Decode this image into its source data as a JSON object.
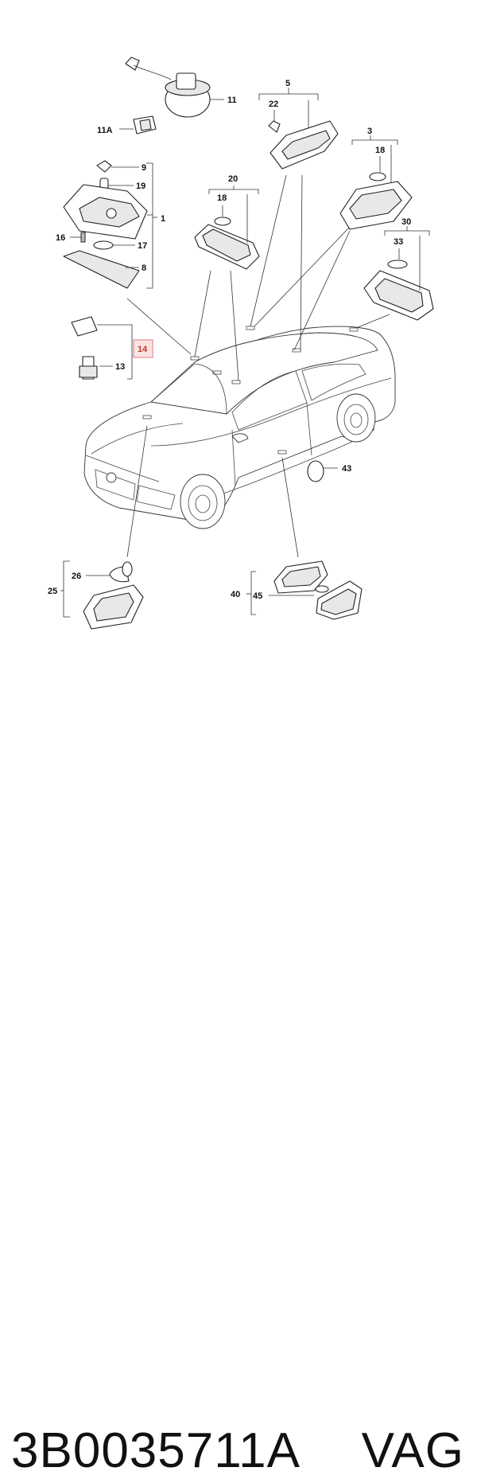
{
  "diagram": {
    "callouts": {
      "c1": "1",
      "c3": "3",
      "c5": "5",
      "c8": "8",
      "c9": "9",
      "c11": "11",
      "c11a": "11A",
      "c13": "13",
      "c14": "14",
      "c16": "16",
      "c17": "17",
      "c18a": "18",
      "c18b": "18",
      "c19": "19",
      "c20": "20",
      "c22": "22",
      "c25": "25",
      "c26": "26",
      "c30": "30",
      "c33": "33",
      "c40": "40",
      "c43": "43",
      "c45": "45"
    },
    "highlight_color": "#e8a0a0"
  },
  "footer": {
    "part_number": "3B0035711A",
    "brand": "VAG"
  }
}
